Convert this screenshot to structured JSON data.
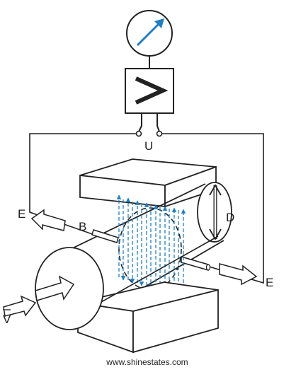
{
  "labels": {
    "voltage": "U",
    "field": "B",
    "electrode_left": "E",
    "electrode_right": "E",
    "diameter": "D",
    "velocity": "V",
    "amplifier_symbol": ">"
  },
  "credit": "www.shinestates.com",
  "colors": {
    "line": "#222222",
    "field_lines": "#1e7fc6",
    "meter_needle": "#1e7fc6",
    "background": "#ffffff"
  },
  "icons": {
    "meter": "voltmeter-icon",
    "amplifier": "amplifier-icon"
  }
}
